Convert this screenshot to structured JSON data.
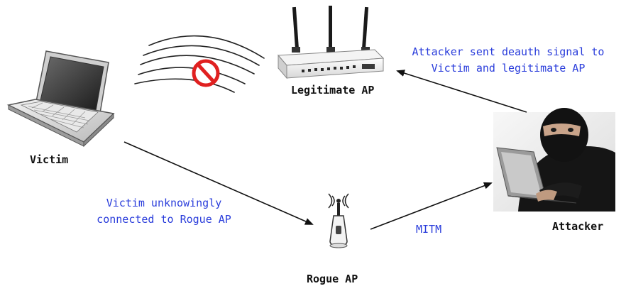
{
  "nodes": {
    "victim": "Victim",
    "legitimate_ap": "Legitimate AP",
    "rogue_ap": "Rogue AP",
    "attacker": "Attacker"
  },
  "annotations": {
    "deauth_line1": "Attacker sent deauth signal to",
    "deauth_line2": "Victim and legitimate AP",
    "victim_line1": "Victim unknowingly",
    "victim_line2": "connected to Rogue AP",
    "mitm": "MITM"
  },
  "colors": {
    "annotation_text": "#2a3ddb",
    "label_text": "#111111",
    "arrow": "#111111",
    "block_sign": "#e02020"
  },
  "icons": [
    "laptop-icon",
    "router-icon",
    "antenna-icon",
    "attacker-icon",
    "blocked-signal-icon"
  ]
}
